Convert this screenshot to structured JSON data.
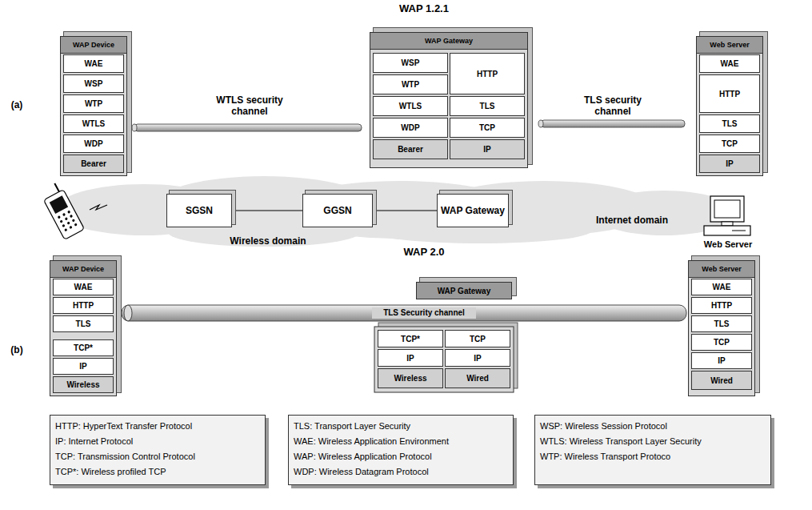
{
  "diagram": {
    "nodes": [
      {
        "text": [
          "WAP Device"
        ]
      },
      {
        "text": [
          "WAE"
        ],
        "in": 0
      },
      {
        "text": [
          "WSP"
        ],
        "in": 0
      },
      {
        "text": [
          "WTP"
        ],
        "in": 0
      },
      {
        "text": [
          "WTLS"
        ],
        "in": 0
      },
      {
        "text": [
          "WDP"
        ],
        "in": 0
      },
      {
        "text": [
          "Bearer"
        ],
        "in": 0
      },
      {
        "text": [
          "WAP Gateway"
        ]
      },
      {
        "text": [
          "WSP"
        ],
        "in": 7
      },
      {
        "text": [
          "WTP"
        ],
        "in": 7
      },
      {
        "text": [
          "WTLS"
        ],
        "in": 7
      },
      {
        "text": [
          "WDP"
        ],
        "in": 7
      },
      {
        "text": [
          "Bearer"
        ],
        "in": 7
      },
      {
        "text": [
          "HTTP"
        ],
        "in": 7
      },
      {
        "text": [
          "TLS"
        ],
        "in": 7
      },
      {
        "text": [
          "TCP"
        ],
        "in": 7
      },
      {
        "text": [
          "IP"
        ],
        "in": 7
      },
      {
        "text": [
          "Web Server"
        ]
      },
      {
        "text": [
          "WAE"
        ],
        "in": 17
      },
      {
        "text": [
          "HTTP"
        ],
        "in": 17
      },
      {
        "text": [
          "TLS"
        ],
        "in": 17
      },
      {
        "text": [
          "TCP"
        ],
        "in": 17
      },
      {
        "text": [
          "IP"
        ],
        "in": 17
      },
      {
        "text": [
          "SGSN"
        ]
      },
      {
        "text": [
          "GGSN"
        ]
      },
      {
        "text": [
          "WAP Gateway"
        ]
      },
      {
        "text": [
          "WAP Device"
        ]
      },
      {
        "text": [
          "WAE"
        ],
        "in": 26
      },
      {
        "text": [
          "HTTP"
        ],
        "in": 26
      },
      {
        "text": [
          "TLS"
        ],
        "in": 26
      },
      {
        "text": [
          "TCP*"
        ],
        "in": 26
      },
      {
        "text": [
          "IP"
        ],
        "in": 26
      },
      {
        "text": [
          "Wireless"
        ],
        "in": 26
      },
      {
        "text": [
          "WAP Gateway"
        ]
      },
      {
        "text": [
          "TCP*"
        ]
      },
      {
        "text": [
          "IP"
        ]
      },
      {
        "text": [
          "Wireless"
        ]
      },
      {
        "text": [
          "TCP"
        ]
      },
      {
        "text": [
          "IP"
        ]
      },
      {
        "text": [
          "Wired"
        ]
      },
      {
        "text": [
          "Web Server"
        ]
      },
      {
        "text": [
          "WAE"
        ],
        "in": 40
      },
      {
        "text": [
          "HTTP"
        ],
        "in": 40
      },
      {
        "text": [
          "TLS"
        ],
        "in": 40
      },
      {
        "text": [
          "TCP"
        ],
        "in": 40
      },
      {
        "text": [
          "IP"
        ],
        "in": 40
      },
      {
        "text": [
          "Wired"
        ],
        "in": 40
      },
      {
        "text": [
          "HTTP: HyperText Transfer Protocol",
          "IP: Internet Protocol",
          "TCP: Transmission Control Protocol",
          "TCP*: Wireless profiled TCP"
        ]
      },
      {
        "text": [
          "TLS: Transport Layer Security",
          "WAE: Wireless Application Environment",
          "WAP: Wireless Application Protocol",
          "WDP: Wireless Datagram Protocol"
        ]
      },
      {
        "text": [
          "WSP: Wireless Session Protocol",
          "WTLS: Wireless Transport Layer Security",
          "WTP: Wireless Transport Protoco"
        ]
      }
    ],
    "edges": [
      {
        "from": 23,
        "to": 24,
        "arrow": "none"
      },
      {
        "from": 24,
        "to": 25,
        "arrow": "none"
      }
    ],
    "labels": [
      "WAP 1.2.1",
      "(a)",
      "WTLS security channel",
      "TLS security channel",
      "Wireless domain",
      "Internet domain",
      "Web Server",
      "WAP 2.0",
      "(b)",
      "TLS Security channel"
    ]
  }
}
